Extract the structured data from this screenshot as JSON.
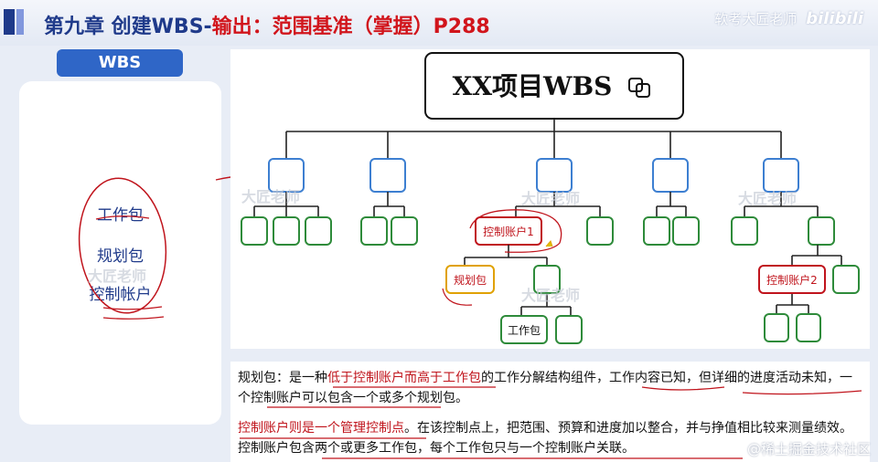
{
  "header": {
    "title_prefix": "第九章 创建WBS-",
    "title_highlight": "输出：范围基准（掌握）P288",
    "brand": "软考大匠老师",
    "bili": "bilibili"
  },
  "sidebar": {
    "tab_label": "WBS",
    "items": [
      {
        "label": "工作包"
      },
      {
        "label": "规划包"
      },
      {
        "label": "控制帐户"
      }
    ]
  },
  "diagram": {
    "root_label": "XX项目WBS",
    "root_icon": "link-icon",
    "control_account_1": "控制账户1",
    "control_account_2": "控制账户2",
    "planning_package": "规划包",
    "work_package": "工作包",
    "colors": {
      "blue": "#3d7fd1",
      "green": "#2e8b3a",
      "red": "#c0141c",
      "orange": "#e0a100",
      "line": "#222222"
    }
  },
  "watermarks": [
    "大匠老师",
    "大匠老师",
    "大匠老师",
    "大匠老师",
    "大匠老师"
  ],
  "note": {
    "p1_a": "规划包：是一种",
    "p1_b": "低于控制账户而高于工作包",
    "p1_c": "的工作分解结构组件，工作内容已知，但详细的进度活动未知，一个控制账户可以包含一个或多个规划包。",
    "p2_a": "控制账户则是一个管理控制点",
    "p2_b": "。在该控制点上，把范围、预算和进度加以整合，并与挣值相比较来测量绩效。控制账户包含两个或更多工作包，每个工作包只与一个控制账户关联。"
  },
  "footer_watermark": "@稀土掘金技术社区"
}
